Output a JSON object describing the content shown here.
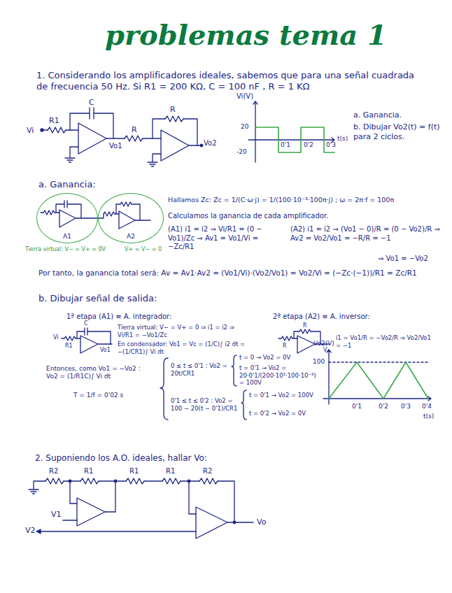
{
  "diagram": {
    "title": "problemas tema 1",
    "nodes": [
      {
        "text": [
          "A1"
        ]
      },
      {
        "text": [
          "A2"
        ]
      }
    ],
    "labels": [
      "1. Considerando los amplificadores ideales, sabemos que para una señal cuadrada de frecuencia 50 Hz. Si R1 = 200 KΩ, C = 100 nF , R = 1 KΩ",
      "C",
      "Vi",
      "R1",
      "Vo1",
      "R",
      "R",
      "Vo2",
      "Vi(V)",
      "20",
      "-20",
      "0'1",
      "0'2",
      "0'3",
      "t(s)",
      "a. Ganancia.",
      "b. Dibujar Vo2(t) = f(t) para 2 ciclos.",
      "a. Ganancia:",
      "Tierra virtual: V− = V+ = 0V",
      "V+ = V− = 0",
      "Hallamos Zc: Zc = 1/(C·ω·j) = 1/(100·10⁻⁹·100π·j) ; ω = 2π·f = 100π",
      "Calculamos la ganancia de cada amplificador.",
      "(A1) i1 = i2 ⇒ Vi/R1 = (0 − Vo1)/Zc ⇒ Av1 = Vo1/Vi = −Zc/R1",
      "(A2) i1 = i2 ⇒ (Vo1 − 0)/R = (0 − Vo2)/R ⇒ Av2 = Vo2/Vo1 = −R/R = −1",
      "⇒ Vo1 = −Vo2",
      "Por tanto, la ganancia total será: Av = Av1·Av2 = (Vo1/Vi)·(Vo2/Vo1) = Vo2/Vi = (−Zc·(−1))/R1 = Zc/R1",
      "b. Dibujar señal de salida:",
      "1ª etapa (A1) ≡ A. integrador:",
      "Tierra virtual: V− = V+ = 0 ⇒ i1 = i2 ⇒ Vi/R1 = −Vo1/Zc",
      "En condensador: Vo1 = Vc = (1/C)∫ i2 dt = −(1/CR1)∫ Vi dt",
      "2ª etapa (A2) ≡ A. inversor:",
      "i1 = Vo1/R = −Vo2/R ⇒ Vo2/Vo1 = −1",
      "Entonces, como Vo1 = −Vo2 : Vo2 = (1/R1C)∫ Vi dt",
      "T = 1/f = 0'02 s",
      "0 ≤ t ≤ 0'1 : Vo2 = 20t/CR1",
      "t = 0 → Vo2 = 0V",
      "t = 0'1 → Vo2 = 20·0'1/(200·10³·100·10⁻⁹) = 100V",
      "0'1 ≤ t ≤ 0'2 : Vo2 = 100 − 20(t − 0'1)/CR1",
      "t = 0'1 → Vo2 = 100V",
      "t = 0'2 → Vo2 = 0V",
      "Vo2(V)",
      "100",
      "0'1",
      "0'2",
      "0'3",
      "0'4",
      "t(s)",
      "2. Suponiendo los A.O. ideales, hallar Vo:",
      "R2",
      "R1",
      "R1",
      "R1",
      "R2",
      "V1",
      "V2",
      "Vo",
      "C",
      "R1",
      "Vi",
      "Vo1",
      "R",
      "R",
      "V"
    ]
  }
}
